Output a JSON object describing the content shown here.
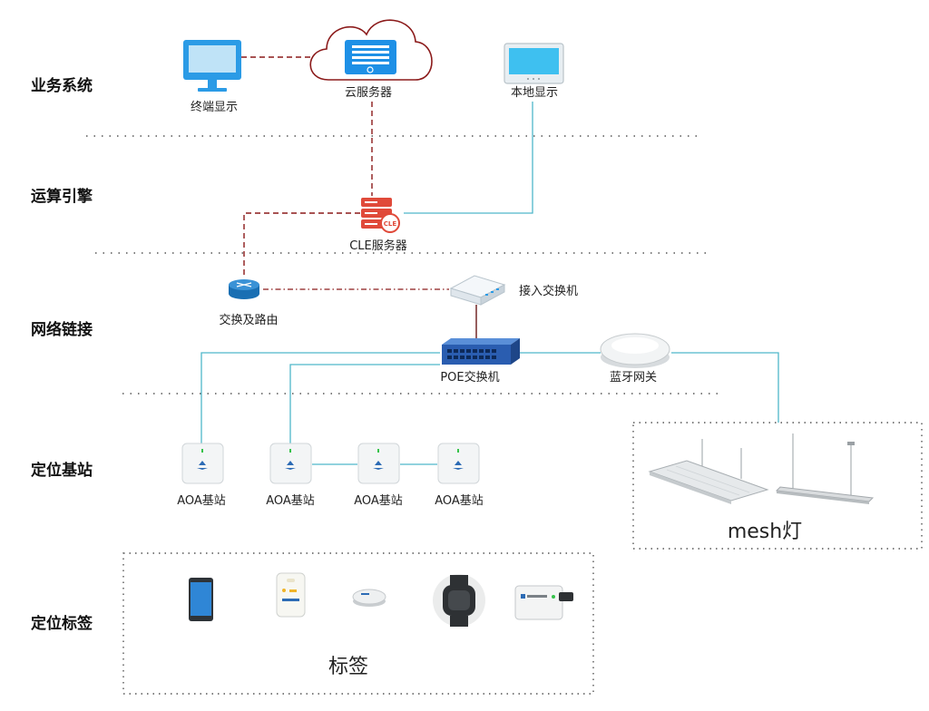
{
  "layers": [
    "业务系统",
    "运算引擎",
    "网络链接",
    "定位基站",
    "定位标签"
  ],
  "nodes": {
    "terminal": "终端显示",
    "cloud": "云服务器",
    "local": "本地显示",
    "cle": "CLE服务器",
    "cle_badge": "CLE",
    "router": "交换及路由",
    "access_switch": "接入交换机",
    "poe_switch": "POE交换机",
    "gateway": "蓝牙网关",
    "aoa": [
      "AOA基站",
      "AOA基站",
      "AOA基站",
      "AOA基站"
    ],
    "mesh": "mesh灯",
    "tags": "标签"
  },
  "colors": {
    "dashed_red": "#8b1a1a",
    "teal": "#4fb6c9",
    "blue": "#1e90e6",
    "server_red": "#e04a3a"
  }
}
